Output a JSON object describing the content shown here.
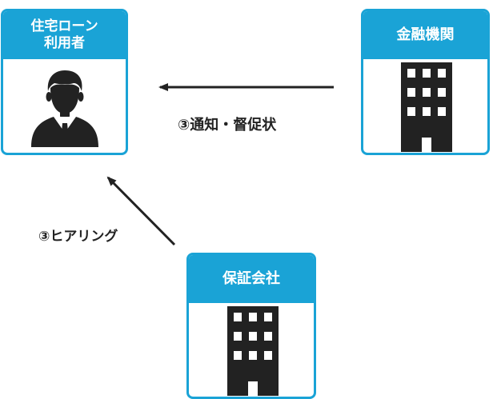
{
  "nodes": {
    "user": {
      "title_lines": [
        "住宅ローン",
        "利用者"
      ],
      "icon": "businessman-icon"
    },
    "bank": {
      "title": "金融機関",
      "icon": "building-icon"
    },
    "guarantor": {
      "title": "保証会社",
      "icon": "building-icon"
    }
  },
  "edges": {
    "bank_to_user": {
      "label": "③通知・督促状"
    },
    "guarantor_to_user": {
      "label": "③ヒアリング"
    }
  },
  "colors": {
    "accent": "#1aa3d6",
    "icon": "#222222",
    "arrow": "#222222"
  }
}
